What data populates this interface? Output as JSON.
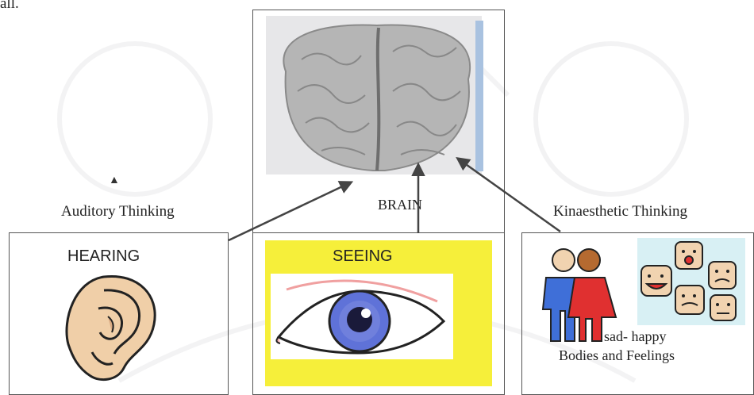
{
  "top_fragment": "all.",
  "brain": {
    "label": "BRAIN"
  },
  "auditory": {
    "label": "Auditory Thinking"
  },
  "kinaesthetic": {
    "label": "Kinaesthetic Thinking",
    "caption_line1": "sad- happy",
    "caption_line2": "Bodies and Feelings"
  },
  "hearing": {
    "label": "HEARING"
  },
  "seeing": {
    "label": "SEEING"
  },
  "colors": {
    "seeing_bg": "#f6ef3a",
    "iris": "#5f72d8",
    "skin": "#f0cfa8",
    "brain_gray": "#b8b8b8",
    "person_blue": "#3f6fd8",
    "person_red": "#e03030",
    "faces_bg": "#d8f0f4"
  },
  "icons": [
    "brain-illustration",
    "ear-illustration",
    "eye-illustration",
    "two-people-illustration",
    "faces-illustration"
  ]
}
